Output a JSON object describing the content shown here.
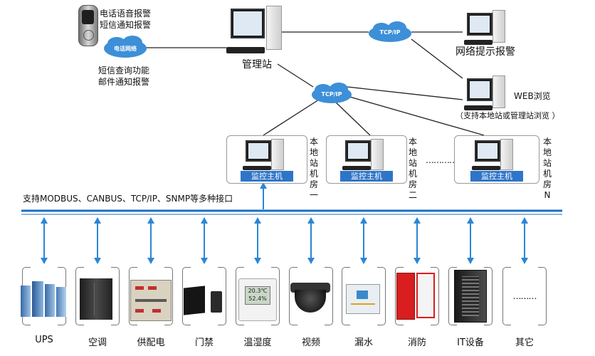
{
  "phone": {
    "alarm_lines": [
      "电话语音报警",
      "短信通知报警"
    ],
    "cloud_label": "电话网络",
    "service_lines": [
      "短信查询功能",
      "邮件通知报警"
    ]
  },
  "management_station": {
    "label": "管理站"
  },
  "tcpip_top": {
    "label": "TCP/IP"
  },
  "tcpip_mid": {
    "label": "TCP/IP"
  },
  "network_alarm": {
    "label": "网络提示报警"
  },
  "web_browse": {
    "label": "WEB浏览",
    "note": "（支持本地站或管理站浏览 ）"
  },
  "local_sites": [
    {
      "host_label": "监控主机",
      "room_label": "本地站机房一"
    },
    {
      "host_label": "监控主机",
      "room_label": "本地站机房二"
    },
    {
      "host_label": "监控主机",
      "room_label": "本地站机房N"
    }
  ],
  "ellipsis": "…………",
  "interface_text": "支持MODBUS、CANBUS、TCP/IP、SNMP等多种接口",
  "devices": [
    {
      "label": "UPS",
      "icon": "ups-icon"
    },
    {
      "label": "空调",
      "icon": "air-conditioner-icon"
    },
    {
      "label": "供配电",
      "icon": "power-distribution-icon"
    },
    {
      "label": "门禁",
      "icon": "access-control-icon"
    },
    {
      "label": "温湿度",
      "icon": "temp-humidity-icon",
      "readings": [
        "20.3℃",
        "52.4%"
      ]
    },
    {
      "label": "视频",
      "icon": "camera-icon"
    },
    {
      "label": "漏水",
      "icon": "water-leak-icon"
    },
    {
      "label": "消防",
      "icon": "fire-icon"
    },
    {
      "label": "IT设备",
      "icon": "server-icon"
    },
    {
      "label": "其它",
      "icon": "other-icon",
      "placeholder": "………"
    }
  ],
  "colors": {
    "bus": "#1a6fc4",
    "arrow": "#2a86d6",
    "cloud": "#3d8fd8",
    "host_label_bg": "#2e75c8"
  }
}
